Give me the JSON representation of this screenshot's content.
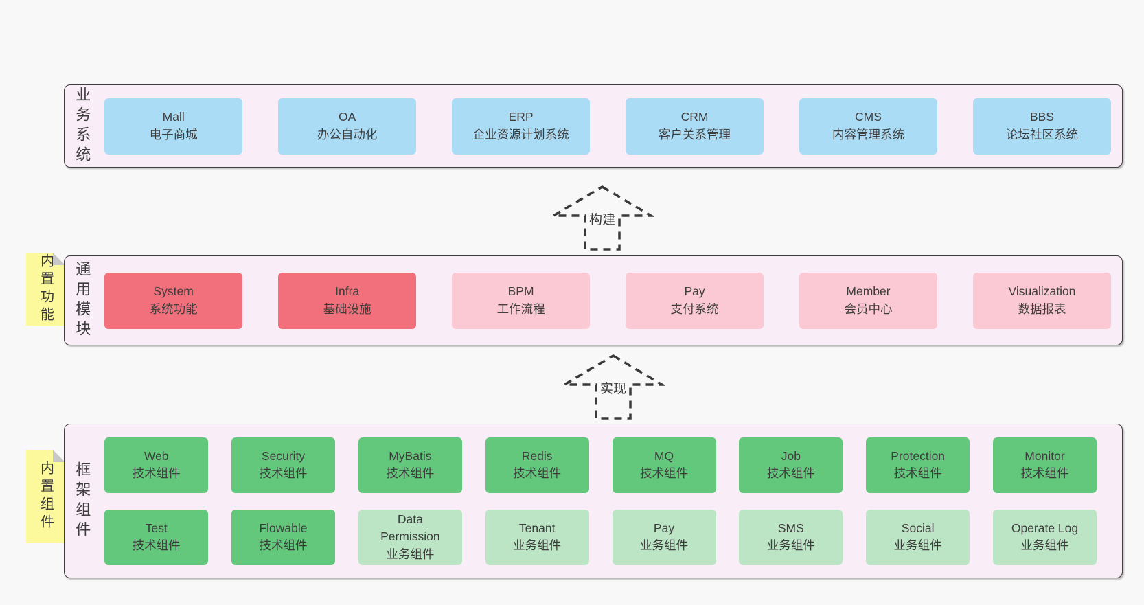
{
  "colors": {
    "page_bg": "#f8f8f8",
    "panel_bg": "#f9edf7",
    "panel_border": "#3f3f3f",
    "blue": "#aadcf6",
    "red": "#f2707b",
    "pink": "#fbc9d3",
    "green": "#63c87c",
    "green_light": "#bce5c5",
    "yellow": "#fbf99c",
    "fold": "#c8c8c8",
    "text": "#3d3d3d"
  },
  "stickies": [
    {
      "label": "内置功能"
    },
    {
      "label": "内置组件"
    }
  ],
  "arrows": [
    {
      "label": "构建"
    },
    {
      "label": "实现"
    }
  ],
  "panels": [
    {
      "label": "业务系统",
      "boxes": [
        {
          "name": "Mall",
          "subtitle": "电子商城"
        },
        {
          "name": "OA",
          "subtitle": "办公自动化"
        },
        {
          "name": "ERP",
          "subtitle": "企业资源计划系统"
        },
        {
          "name": "CRM",
          "subtitle": "客户关系管理"
        },
        {
          "name": "CMS",
          "subtitle": "内容管理系统"
        },
        {
          "name": "BBS",
          "subtitle": "论坛社区系统"
        }
      ]
    },
    {
      "label": "通用模块",
      "boxes": [
        {
          "name": "System",
          "subtitle": "系统功能"
        },
        {
          "name": "Infra",
          "subtitle": "基础设施"
        },
        {
          "name": "BPM",
          "subtitle": "工作流程"
        },
        {
          "name": "Pay",
          "subtitle": "支付系统"
        },
        {
          "name": "Member",
          "subtitle": "会员中心"
        },
        {
          "name": "Visualization",
          "subtitle": "数据报表"
        }
      ]
    },
    {
      "label": "框架组件",
      "rows": [
        [
          {
            "name": "Web",
            "subtitle": "技术组件"
          },
          {
            "name": "Security",
            "subtitle": "技术组件"
          },
          {
            "name": "MyBatis",
            "subtitle": "技术组件"
          },
          {
            "name": "Redis",
            "subtitle": "技术组件"
          },
          {
            "name": "MQ",
            "subtitle": "技术组件"
          },
          {
            "name": "Job",
            "subtitle": "技术组件"
          },
          {
            "name": "Protection",
            "subtitle": "技术组件"
          },
          {
            "name": "Monitor",
            "subtitle": "技术组件"
          }
        ],
        [
          {
            "name": "Test",
            "subtitle": "技术组件"
          },
          {
            "name": "Flowable",
            "subtitle": "技术组件"
          },
          {
            "name": "Data Permission",
            "subtitle": "业务组件"
          },
          {
            "name": "Tenant",
            "subtitle": "业务组件"
          },
          {
            "name": "Pay",
            "subtitle": "业务组件"
          },
          {
            "name": "SMS",
            "subtitle": "业务组件"
          },
          {
            "name": "Social",
            "subtitle": "业务组件"
          },
          {
            "name": "Operate Log",
            "subtitle": "业务组件"
          }
        ]
      ]
    }
  ]
}
